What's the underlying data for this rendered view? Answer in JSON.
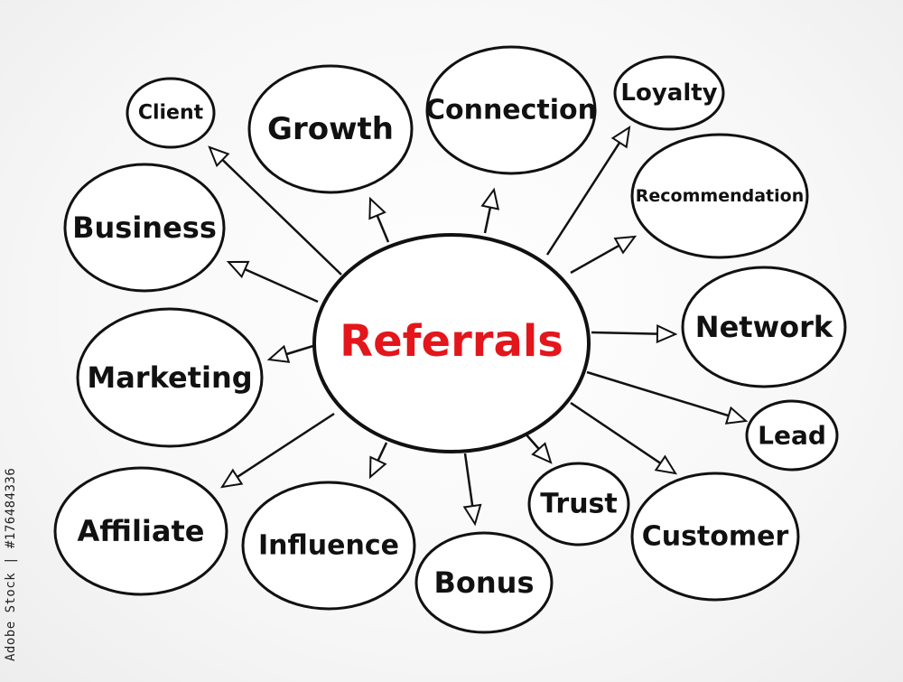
{
  "center": {
    "label": "Referrals",
    "color": "#e3161b"
  },
  "nodes": [
    {
      "id": "client",
      "label": "Client"
    },
    {
      "id": "growth",
      "label": "Growth"
    },
    {
      "id": "connection",
      "label": "Connection"
    },
    {
      "id": "loyalty",
      "label": "Loyalty"
    },
    {
      "id": "recommendation",
      "label": "Recommendation"
    },
    {
      "id": "business",
      "label": "Business"
    },
    {
      "id": "network",
      "label": "Network"
    },
    {
      "id": "marketing",
      "label": "Marketing"
    },
    {
      "id": "lead",
      "label": "Lead"
    },
    {
      "id": "affiliate",
      "label": "Affiliate"
    },
    {
      "id": "influence",
      "label": "Influence"
    },
    {
      "id": "bonus",
      "label": "Bonus"
    },
    {
      "id": "trust",
      "label": "Trust"
    },
    {
      "id": "customer",
      "label": "Customer"
    }
  ],
  "watermark": "Adobe Stock | #176484336",
  "colors": {
    "stroke": "#111111",
    "text": "#111111",
    "accent": "#e3161b"
  }
}
